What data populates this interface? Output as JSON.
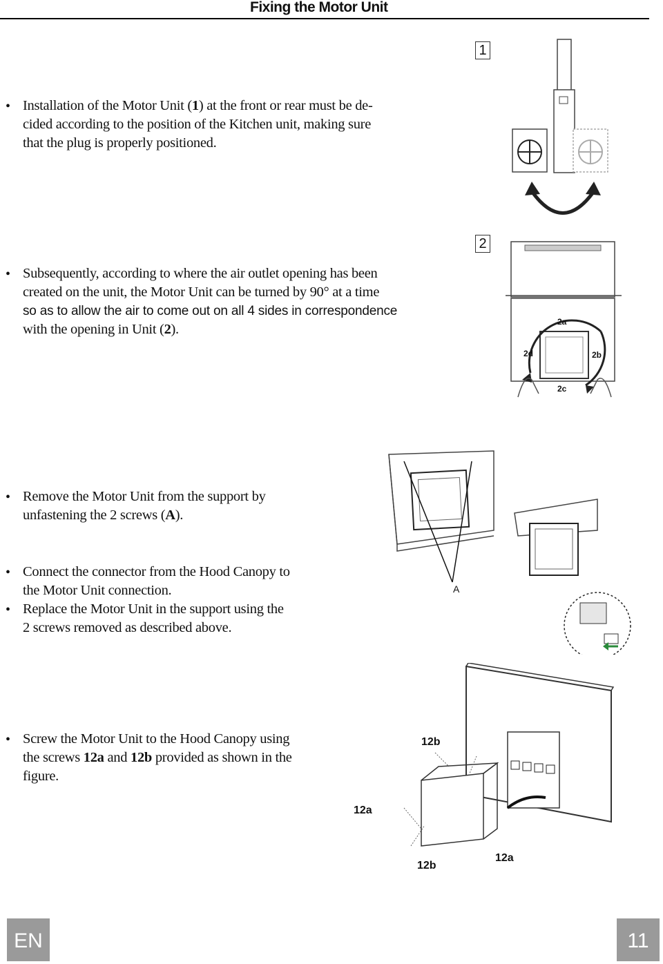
{
  "header": {
    "title": "Fixing the Motor Unit"
  },
  "section1": {
    "lines": [
      "Installation of the Motor Unit (",
      "1",
      ") at the front or rear must be de-",
      "cided according to the position of the Kitchen unit, making sure",
      "that the plug is properly positioned."
    ],
    "figure_label": "1"
  },
  "section2": {
    "lines": [
      "Subsequently, according to where the air outlet opening has been",
      "created on the unit, the Motor Unit can be turned by 90° at a time",
      "so as to allow the air to come out on all 4 sides in correspondence",
      "with the opening in Unit (",
      "2",
      ")."
    ],
    "figure_label": "2",
    "callouts": [
      "2a",
      "2b",
      "2c",
      "2d"
    ]
  },
  "section3": {
    "line1": "Remove the Motor Unit from the support by",
    "line2a": "unfastening the 2 screws (",
    "line2b": "A",
    "line2c": ")."
  },
  "section4": {
    "line1": "Connect the connector from the Hood Canopy to",
    "line2": "the Motor Unit connection.",
    "callout_a": "A"
  },
  "section5": {
    "line1": "Replace the Motor Unit in the support using the",
    "line2": "2 screws removed as described above."
  },
  "section6": {
    "line1": "Screw the Motor Unit to the Hood Canopy using",
    "line2a": "the screws ",
    "line2b": "12a",
    "line2c": " and ",
    "line2d": "12b",
    "line2e": " provided as shown in the",
    "line3": "figure.",
    "callouts": [
      "12b",
      "12a",
      "12b",
      "12a"
    ]
  },
  "footer": {
    "language": "EN",
    "page_number": "11"
  }
}
